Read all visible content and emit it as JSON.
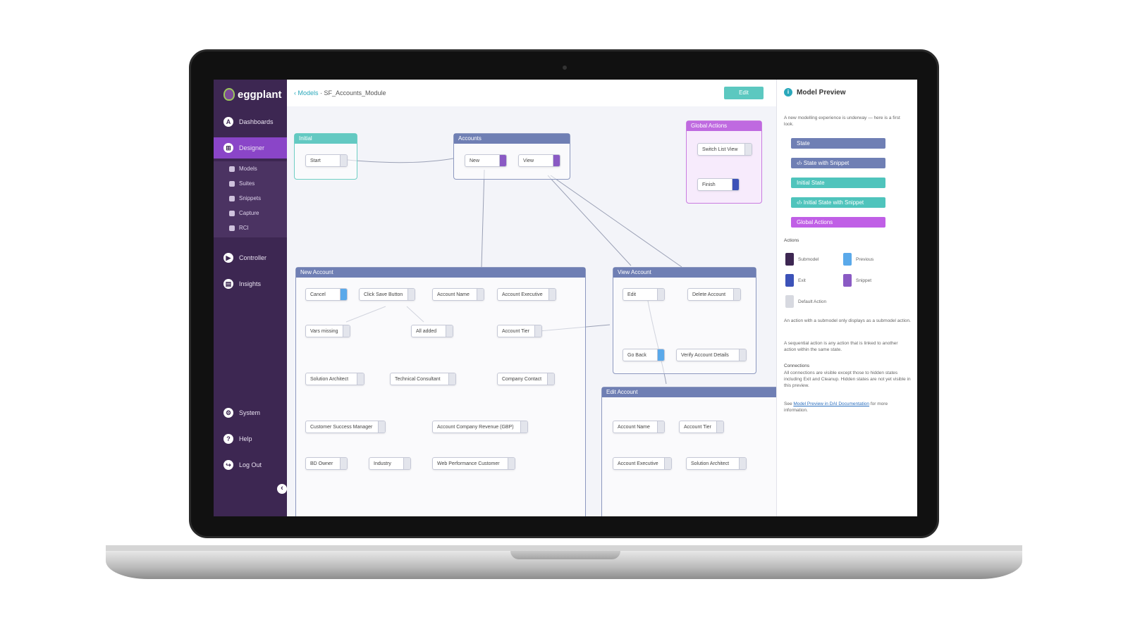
{
  "sidebar": {
    "logo": "eggplant",
    "items": [
      {
        "label": "Dashboards",
        "icon": "A"
      },
      {
        "label": "Designer",
        "icon": "⊞"
      },
      {
        "label": "Controller",
        "icon": "▶"
      },
      {
        "label": "Insights",
        "icon": "▤"
      },
      {
        "label": "System",
        "icon": "⚙"
      },
      {
        "label": "Help",
        "icon": "?"
      },
      {
        "label": "Log Out",
        "icon": "↪"
      }
    ],
    "subitems": [
      "Models",
      "Suites",
      "Snippets",
      "Capture",
      "RCI"
    ],
    "collapse_icon": "‹"
  },
  "header": {
    "crumb_link": "‹ Models",
    "crumb_rest": " · SF_Accounts_Module",
    "edit_label": "Edit"
  },
  "canvas": {
    "groups": {
      "initial": "Initial",
      "accounts": "Accounts",
      "global": "Global Actions",
      "new_account": "New Account",
      "view_account": "View Account",
      "edit_account": "Edit Account"
    },
    "nodes": {
      "start": "Start",
      "new": "New",
      "view": "View",
      "switch_list_view": "Switch List View",
      "finish": "Finish",
      "cancel": "Cancel",
      "click_save_button": "Click Save Button",
      "account_name": "Account Name",
      "account_executive": "Account Executive",
      "vars_missing": "Vars missing",
      "all_added": "All added",
      "account_tier": "Account Tier",
      "solution_architect": "Solution Architect",
      "technical_consultant": "Technical Consultant",
      "company_contact": "Company Contact",
      "customer_success_manager": "Customer Success Manager",
      "account_company_revenue": "Account Company Revenue (GBP)",
      "bd_owner": "BD Owner",
      "industry": "Industry",
      "web_performance_customer": "Web Performance Customer",
      "edit": "Edit",
      "delete_account": "Delete Account",
      "go_back": "Go Back",
      "verify_account_details": "Verify Account Details",
      "ea_account_name": "Account Name",
      "ea_account_tier": "Account Tier",
      "ea_account_executive": "Account Executive",
      "ea_solution_architect": "Solution Architect"
    }
  },
  "preview": {
    "title": "Model Preview",
    "intro": "A new modelling experience is underway — here is a first look.",
    "legend": [
      {
        "label": "State",
        "color": "#6f7fb4"
      },
      {
        "label": "‹/› State with Snippet",
        "color": "#6f7fb4"
      },
      {
        "label": "Initial State",
        "color": "#4fc4bc"
      },
      {
        "label": "‹/› Initial State with Snippet",
        "color": "#4fc4bc"
      },
      {
        "label": "Global Actions",
        "color": "#c05fe6"
      }
    ],
    "actions_title": "Actions",
    "actions": {
      "submodel": "Submodel",
      "previous": "Previous",
      "exit": "Exit",
      "snippet": "Snippet",
      "default_action": "Default Action"
    },
    "note_submodel": "An action with a submodel only displays as a submodel action.",
    "note_sequential": "A sequential action is any action that is linked to another action within the same state.",
    "connections_title": "Connections",
    "connections_text": "All connections are visible except those to hidden states including Exit and Cleanup. Hidden states are not yet visible in this preview.",
    "see_prefix": "See ",
    "doc_link": "Model Preview in DAI Documentation",
    "see_suffix": " for more information."
  },
  "colors": {
    "sidebar": "#3d2752",
    "active": "#8a45c8",
    "teal": "#63c9c2",
    "state_blue": "#6f7fb4",
    "global_purple": "#bf6ae0"
  }
}
